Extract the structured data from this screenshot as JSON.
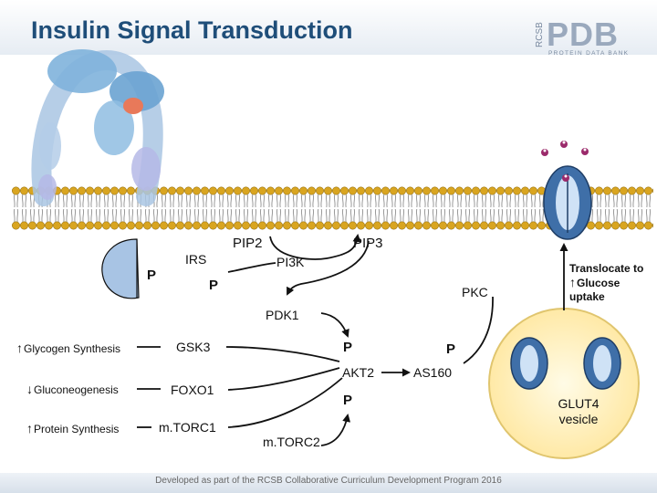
{
  "title": "Insulin Signal Transduction",
  "logo": {
    "side_text": "RCSB",
    "main_text": "PDB",
    "sub_text": "PROTEIN DATA BANK"
  },
  "labels": {
    "pip2": "PIP2",
    "pip3": "PIP3",
    "irs": "IRS",
    "pi3k": "PI3K",
    "p_receptor": "P",
    "p_irs": "P",
    "pkc": "PKC",
    "pdk1": "PDK1",
    "gsk3": "GSK3",
    "foxo1": "FOXO1",
    "mtorc1": "m.TORC1",
    "mtorc2": "m.TORC2",
    "akt2": "AKT2",
    "as160": "AS160",
    "p_akt2_top": "P",
    "p_akt2_bottom": "P",
    "p_as160": "P"
  },
  "outcomes": [
    {
      "arrow": "up",
      "text": "Glycogen Synthesis"
    },
    {
      "arrow": "down",
      "text": "Gluconeogenesis"
    },
    {
      "arrow": "up",
      "text": "Protein Synthesis"
    }
  ],
  "translocate": {
    "line1": "Translocate to",
    "line2": "Glucose",
    "line3": "uptake"
  },
  "glut4": {
    "line1": "GLUT4",
    "line2": "vesicle"
  },
  "footer": "Developed as part of the RCSB Collaborative Curriculum Development Program 2016",
  "colors": {
    "title": "#1f4e79",
    "membrane_head": "#d9a520",
    "membrane_tail": "#888888",
    "receptor": "#7fb3dc",
    "insulin": "#e8795a",
    "transporter": "#3f6fa8",
    "vesicle": "#fff3c7",
    "glucose": "#9b2a6b"
  }
}
